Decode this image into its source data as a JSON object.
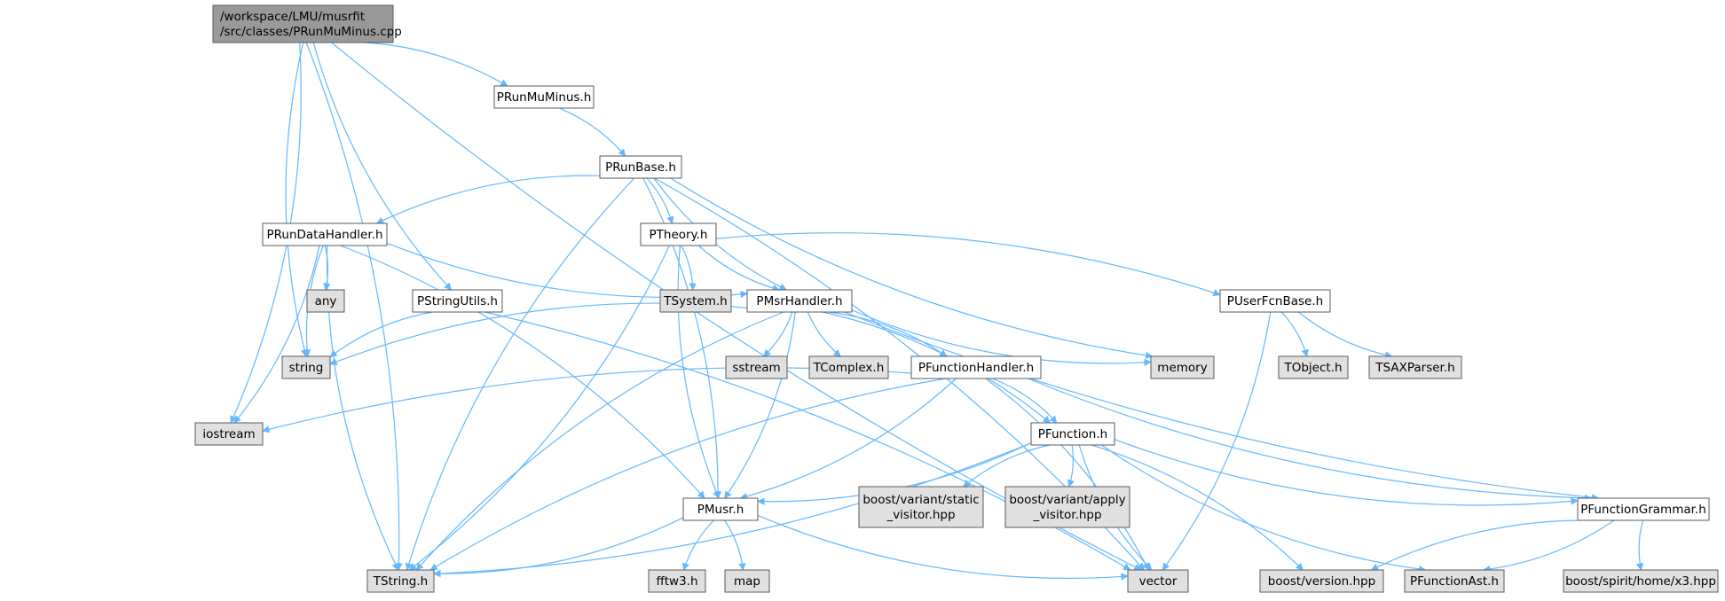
{
  "colors": {
    "edge": "#63b8ff",
    "root_fill": "#999999",
    "local_fill": "#ffffff",
    "system_fill": "#e0e0e0",
    "border": "#5a5a5a"
  },
  "nodes": [
    {
      "id": "root",
      "lines": [
        "/workspace/LMU/musrfit",
        "/src/classes/PRunMuMinus.cpp"
      ],
      "kind": "root"
    },
    {
      "id": "PRunMuMinus_h",
      "lines": [
        "PRunMuMinus.h"
      ],
      "kind": "local"
    },
    {
      "id": "PRunBase_h",
      "lines": [
        "PRunBase.h"
      ],
      "kind": "local"
    },
    {
      "id": "PRunDataHandler_h",
      "lines": [
        "PRunDataHandler.h"
      ],
      "kind": "local"
    },
    {
      "id": "PTheory_h",
      "lines": [
        "PTheory.h"
      ],
      "kind": "local"
    },
    {
      "id": "PStringUtils_h",
      "lines": [
        "PStringUtils.h"
      ],
      "kind": "local"
    },
    {
      "id": "PMsrHandler_h",
      "lines": [
        "PMsrHandler.h"
      ],
      "kind": "local"
    },
    {
      "id": "PUserFcnBase_h",
      "lines": [
        "PUserFcnBase.h"
      ],
      "kind": "local"
    },
    {
      "id": "any",
      "lines": [
        "any"
      ],
      "kind": "system"
    },
    {
      "id": "TSystem_h",
      "lines": [
        "TSystem.h"
      ],
      "kind": "system"
    },
    {
      "id": "string",
      "lines": [
        "string"
      ],
      "kind": "system"
    },
    {
      "id": "sstream",
      "lines": [
        "sstream"
      ],
      "kind": "system"
    },
    {
      "id": "TComplex_h",
      "lines": [
        "TComplex.h"
      ],
      "kind": "system"
    },
    {
      "id": "PFunctionHandler_h",
      "lines": [
        "PFunctionHandler.h"
      ],
      "kind": "local"
    },
    {
      "id": "memory",
      "lines": [
        "memory"
      ],
      "kind": "system"
    },
    {
      "id": "TObject_h",
      "lines": [
        "TObject.h"
      ],
      "kind": "system"
    },
    {
      "id": "TSAXParser_h",
      "lines": [
        "TSAXParser.h"
      ],
      "kind": "system"
    },
    {
      "id": "iostream",
      "lines": [
        "iostream"
      ],
      "kind": "system"
    },
    {
      "id": "PFunction_h",
      "lines": [
        "PFunction.h"
      ],
      "kind": "local"
    },
    {
      "id": "PMusr_h",
      "lines": [
        "PMusr.h"
      ],
      "kind": "local"
    },
    {
      "id": "static_visitor",
      "lines": [
        "boost/variant/static",
        "_visitor.hpp"
      ],
      "kind": "system"
    },
    {
      "id": "apply_visitor",
      "lines": [
        "boost/variant/apply",
        "_visitor.hpp"
      ],
      "kind": "system"
    },
    {
      "id": "PFunctionGrammar_h",
      "lines": [
        "PFunctionGrammar.h"
      ],
      "kind": "local"
    },
    {
      "id": "TString_h",
      "lines": [
        "TString.h"
      ],
      "kind": "system"
    },
    {
      "id": "fftw3_h",
      "lines": [
        "fftw3.h"
      ],
      "kind": "system"
    },
    {
      "id": "map",
      "lines": [
        "map"
      ],
      "kind": "system"
    },
    {
      "id": "vector",
      "lines": [
        "vector"
      ],
      "kind": "system"
    },
    {
      "id": "boost_version",
      "lines": [
        "boost/version.hpp"
      ],
      "kind": "system"
    },
    {
      "id": "PFunctionAst_h",
      "lines": [
        "PFunctionAst.h"
      ],
      "kind": "system"
    },
    {
      "id": "x3_hpp",
      "lines": [
        "boost/spirit/home/x3.hpp"
      ],
      "kind": "system"
    }
  ],
  "edges": [
    [
      "root",
      "PRunMuMinus_h"
    ],
    [
      "root",
      "string"
    ],
    [
      "root",
      "iostream"
    ],
    [
      "root",
      "PStringUtils_h"
    ],
    [
      "root",
      "TString_h"
    ],
    [
      "root",
      "vector"
    ],
    [
      "PRunMuMinus_h",
      "PRunBase_h"
    ],
    [
      "PRunBase_h",
      "PRunDataHandler_h"
    ],
    [
      "PRunBase_h",
      "PTheory_h"
    ],
    [
      "PRunBase_h",
      "PMsrHandler_h"
    ],
    [
      "PRunBase_h",
      "PMusr_h"
    ],
    [
      "PRunBase_h",
      "memory"
    ],
    [
      "PRunBase_h",
      "vector"
    ],
    [
      "PRunBase_h",
      "TString_h"
    ],
    [
      "PRunDataHandler_h",
      "any"
    ],
    [
      "PRunDataHandler_h",
      "string"
    ],
    [
      "PRunDataHandler_h",
      "iostream"
    ],
    [
      "PRunDataHandler_h",
      "PMsrHandler_h"
    ],
    [
      "PRunDataHandler_h",
      "PMusr_h"
    ],
    [
      "PRunDataHandler_h",
      "TString_h"
    ],
    [
      "PTheory_h",
      "TSystem_h"
    ],
    [
      "PTheory_h",
      "PMsrHandler_h"
    ],
    [
      "PTheory_h",
      "PUserFcnBase_h"
    ],
    [
      "PTheory_h",
      "PMusr_h"
    ],
    [
      "PTheory_h",
      "TString_h"
    ],
    [
      "PStringUtils_h",
      "string"
    ],
    [
      "PStringUtils_h",
      "vector"
    ],
    [
      "PMsrHandler_h",
      "string"
    ],
    [
      "PMsrHandler_h",
      "sstream"
    ],
    [
      "PMsrHandler_h",
      "TComplex_h"
    ],
    [
      "PMsrHandler_h",
      "PFunctionHandler_h"
    ],
    [
      "PMsrHandler_h",
      "memory"
    ],
    [
      "PMsrHandler_h",
      "PFunction_h"
    ],
    [
      "PMsrHandler_h",
      "PFunctionGrammar_h"
    ],
    [
      "PMsrHandler_h",
      "PMusr_h"
    ],
    [
      "PMsrHandler_h",
      "TString_h"
    ],
    [
      "PUserFcnBase_h",
      "TObject_h"
    ],
    [
      "PUserFcnBase_h",
      "TSAXParser_h"
    ],
    [
      "PUserFcnBase_h",
      "vector"
    ],
    [
      "PFunctionHandler_h",
      "iostream"
    ],
    [
      "PFunctionHandler_h",
      "PFunction_h"
    ],
    [
      "PFunctionHandler_h",
      "PFunctionGrammar_h"
    ],
    [
      "PFunctionHandler_h",
      "PMusr_h"
    ],
    [
      "PFunctionHandler_h",
      "TString_h"
    ],
    [
      "PFunctionHandler_h",
      "vector"
    ],
    [
      "PFunction_h",
      "static_visitor"
    ],
    [
      "PFunction_h",
      "apply_visitor"
    ],
    [
      "PFunction_h",
      "PFunctionGrammar_h"
    ],
    [
      "PFunction_h",
      "PMusr_h"
    ],
    [
      "PFunction_h",
      "vector"
    ],
    [
      "PFunction_h",
      "boost_version"
    ],
    [
      "PFunction_h",
      "PFunctionAst_h"
    ],
    [
      "PFunction_h",
      "TString_h"
    ],
    [
      "PMusr_h",
      "fftw3_h"
    ],
    [
      "PMusr_h",
      "map"
    ],
    [
      "PMusr_h",
      "vector"
    ],
    [
      "PMusr_h",
      "TString_h"
    ],
    [
      "PFunctionGrammar_h",
      "boost_version"
    ],
    [
      "PFunctionGrammar_h",
      "PFunctionAst_h"
    ],
    [
      "PFunctionGrammar_h",
      "x3_hpp"
    ]
  ]
}
